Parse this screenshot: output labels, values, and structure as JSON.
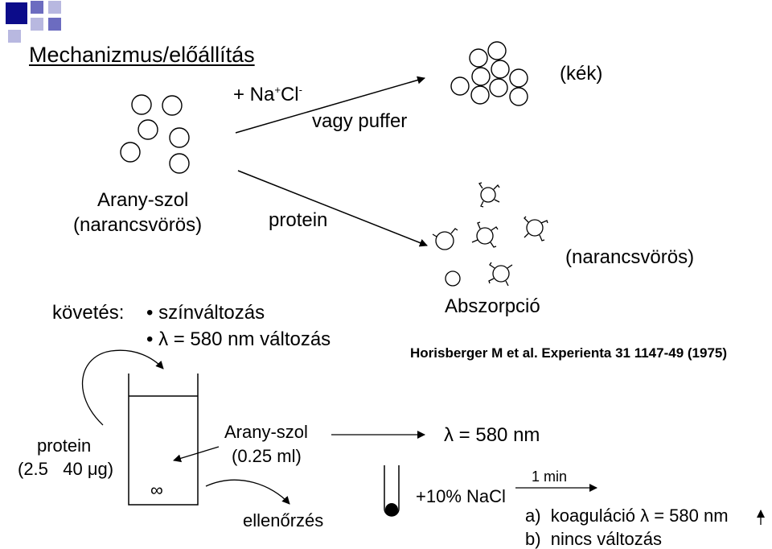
{
  "title": "Mechanizmus/előállítás",
  "colors": {
    "corner_dark": "#0c0c8a",
    "corner_mid": "#6c6cc0",
    "corner_light": "#b8b8e0"
  },
  "top_reaction": {
    "reagent": "+ Na",
    "reagent_sup": "+",
    "reagent_cl": "Cl",
    "reagent_cl_sup": "-",
    "alternative": "vagy puffer",
    "result_color": "(kék)"
  },
  "sol": {
    "name": "Arany-szol",
    "color": "(narancsvörös)"
  },
  "bottom_reaction": {
    "reagent": "protein",
    "result_color": "(narancsvörös)",
    "result_label": "Abszorpció"
  },
  "reference": "Horisberger M et al. Experienta 31 1147-49 (1975)",
  "tracking": {
    "label": "követés:",
    "bullets": [
      "• színváltozás",
      "• λ = 580 nm változás"
    ]
  },
  "procedure": {
    "protein_label": "protein",
    "protein_amount": "(2.5   40 μg)",
    "stirrer_symbol": "∞",
    "sol_label": "Arany-szol",
    "sol_volume": "(0.25 ml)",
    "control": "ellenőrzés",
    "wavelength": "λ = 580 nm",
    "salt": "+10% NaCl",
    "time": "1 min",
    "result_a": "a)  koaguláció λ = 580 nm",
    "result_b": "b)  nincs változás"
  }
}
